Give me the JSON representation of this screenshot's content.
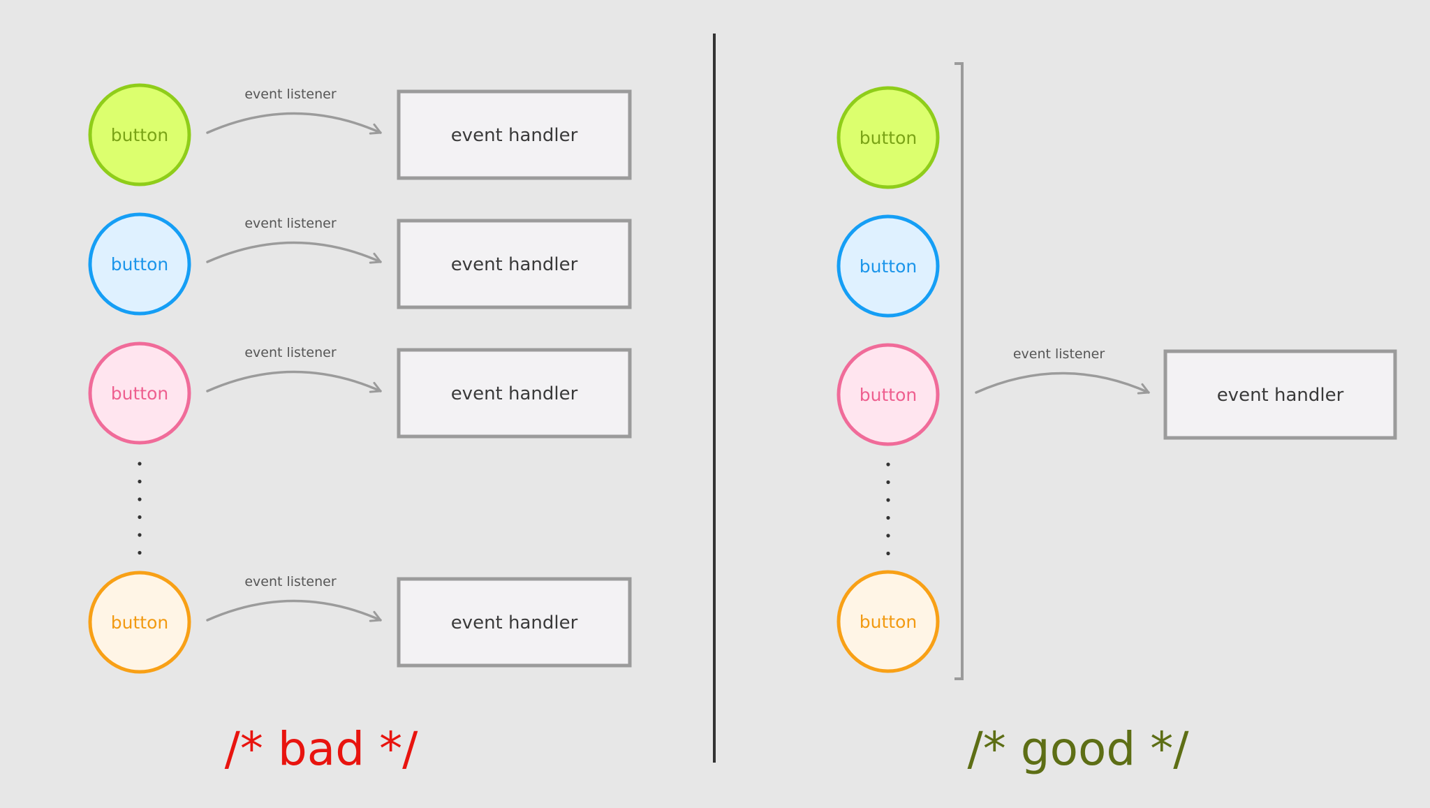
{
  "colors": {
    "background": "#e7e7e7",
    "divider": "#333333",
    "box_border": "#9b9b9b",
    "box_fill": "#f3f2f4",
    "arrow": "#9b9b9b",
    "bad_caption": "#e8140f",
    "good_caption": "#5d6e15",
    "btn_green_stroke": "#8fcd1a",
    "btn_green_fill": "#dcff6e",
    "btn_green_text": "#7aa316",
    "btn_blue_stroke": "#159ef5",
    "btn_blue_fill": "#dff1ff",
    "btn_blue_text": "#1b95ea",
    "btn_pink_stroke": "#f06b99",
    "btn_pink_fill": "#ffe5ef",
    "btn_pink_text": "#ee5f8f",
    "btn_orange_stroke": "#f8a016",
    "btn_orange_fill": "#fff5e6",
    "btn_orange_text": "#f29a12"
  },
  "bad": {
    "caption": "/* bad */",
    "rows": [
      {
        "button": "button",
        "color": "green",
        "listener": "event listener",
        "handler": "event handler"
      },
      {
        "button": "button",
        "color": "blue",
        "listener": "event listener",
        "handler": "event handler"
      },
      {
        "button": "button",
        "color": "pink",
        "listener": "event listener",
        "handler": "event handler"
      },
      {
        "button": "button",
        "color": "orange",
        "listener": "event listener",
        "handler": "event handler"
      }
    ]
  },
  "good": {
    "caption": "/* good */",
    "buttons": [
      {
        "label": "button",
        "color": "green"
      },
      {
        "label": "button",
        "color": "blue"
      },
      {
        "label": "button",
        "color": "pink"
      },
      {
        "label": "button",
        "color": "orange"
      }
    ],
    "listener": "event listener",
    "handler": "event handler"
  }
}
